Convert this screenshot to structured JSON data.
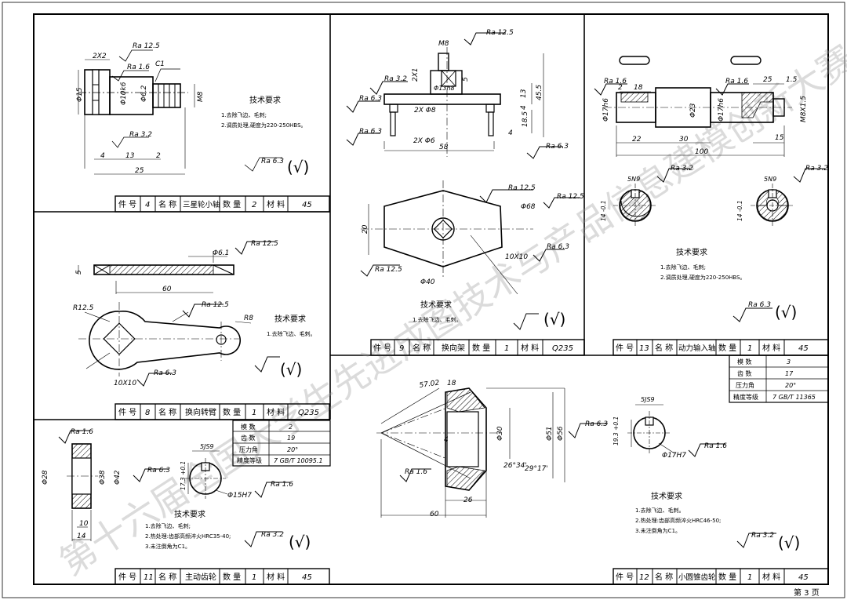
{
  "sheet": {
    "page_no": "第 3 页",
    "watermark": "第十六届全国大学生先进成图技术与产品信息建模创新大赛 机械类 产品信息建模试卷"
  },
  "common": {
    "tech_req_title": "技术要求",
    "lbl_part_no": "件 号",
    "lbl_name": "名 称",
    "lbl_qty": "数 量",
    "lbl_material": "材 料",
    "rough_generic": "Ra 6.3",
    "rough_generic_32": "Ra 3.2",
    "check": "(√)",
    "lbl_module": "模 数",
    "lbl_teeth": "齿 数",
    "lbl_pressure": "压力角",
    "lbl_precision": "精度等级"
  },
  "p4": {
    "part_no": "4",
    "name": "三星轮小轴",
    "qty": "2",
    "material": "45",
    "req1": "1.去除飞边、毛刺;",
    "req2": "2.调质处理,硬度为220-250HBS。",
    "dims": {
      "d1": "2X2",
      "d2": "Ra 12.5",
      "d3": "Ra 1.6",
      "d4": "C1",
      "d5": "Φ15",
      "d6": "Φ10k6",
      "d7": "Φ6.2",
      "d8": "M8",
      "d9": "Ra 3.2",
      "d10": "4",
      "d11": "13",
      "d12": "2",
      "d13": "25"
    }
  },
  "p9": {
    "part_no": "9",
    "name": "换向架",
    "qty": "1",
    "material": "Q235",
    "req1": "1.去除飞边、毛刺。",
    "dims": {
      "d1": "M8",
      "d2": "Ra 12.5",
      "d3": "2X1",
      "d4": "5",
      "d5": "Φ13h8",
      "d6": "Ra 3.2",
      "d7": "Ra 6.3",
      "d8": "2X Φ8",
      "d9": "13",
      "d10": "4",
      "d11": "45.5",
      "d12": "18.5",
      "d13": "2X Φ6",
      "d14": "4",
      "d15": "58",
      "d16": "Ra 6.3",
      "d17": "Ra 6.3",
      "d18": "Ra 12.5",
      "d19": "Ra 12.5",
      "d20": "Φ68",
      "d21": "20",
      "d22": "10X10",
      "d23": "Ra 6.3",
      "d24": "Ra 12.5",
      "d25": "Φ40"
    }
  },
  "p13": {
    "part_no": "13",
    "name": "动力输入轴",
    "qty": "1",
    "material": "45",
    "req1": "1.去除飞边、毛刺;",
    "req2": "2.调质处理,硬度为220-250HBS。",
    "dims": {
      "d1": "Ra 1.6",
      "d2": "18",
      "d3": "2",
      "d4": "Φ17h6",
      "d5": "Φ23",
      "d6": "Φ17h6",
      "d7": "Ra 1.6",
      "d8": "25",
      "d9": "1.5",
      "d10": "M8X1.5",
      "d11": "22",
      "d12": "30",
      "d13": "15",
      "d14": "100",
      "d15": "Ra 3.2",
      "d16": "5N9",
      "d17": "14 -0.1",
      "d18": "Ra 3.2",
      "d19": "5N9",
      "d20": "14 -0.1"
    }
  },
  "p8": {
    "part_no": "8",
    "name": "换向转臂",
    "qty": "1",
    "material": "Q235",
    "req1": "1.去除飞边、毛刺。",
    "dims": {
      "d1": "Ra 12.5",
      "d2": "5",
      "d3": "Φ6.1",
      "d4": "60",
      "d5": "R12.5",
      "d6": "Ra 12.5",
      "d7": "R8",
      "d8": "Ra 6.3",
      "d9": "10X10"
    }
  },
  "p11": {
    "part_no": "11",
    "name": "主动齿轮",
    "qty": "1",
    "material": "45",
    "module": "2",
    "teeth": "19",
    "pressure": "20°",
    "precision": "7 GB/T 10095.1",
    "req1": "1.去除飞边、毛刺;",
    "req2": "2.热处理:齿部高频淬火HRC35-40;",
    "req3": "3.未注倒角为C1。",
    "dims": {
      "d1": "Ra 1.6",
      "d2": "Φ28",
      "d3": "Φ38",
      "d4": "Φ42",
      "d5": "Ra 6.3",
      "d6": "5JS9",
      "d7": "17.3 +0.1",
      "d8": "Φ15H7",
      "d9": "Ra 1.6",
      "d10": "10",
      "d11": "14"
    }
  },
  "p12": {
    "part_no": "12",
    "name": "小圆锥齿轮",
    "qty": "1",
    "material": "45",
    "module": "3",
    "teeth": "17",
    "pressure": "20°",
    "precision": "7 GB/T 11365",
    "req1": "1.去除飞边、毛刺。",
    "req2": "2.热处理:齿部高频淬火HRC46-50;",
    "req3": "3.未注倒角为C1。",
    "dims": {
      "d1": "57.02",
      "d2": "18",
      "d3": "4",
      "d4": "Φ30",
      "d5": "Φ51",
      "d6": "Φ56",
      "d7": "Ra 6.3",
      "d8": "26°34'",
      "d9": "29°17'",
      "d10": "Ra 1.6",
      "d11": "26",
      "d12": "60",
      "d13": "5JS9",
      "d14": "19.3 +0.1",
      "d15": "Φ17H7",
      "d16": "Ra 1.6"
    }
  }
}
